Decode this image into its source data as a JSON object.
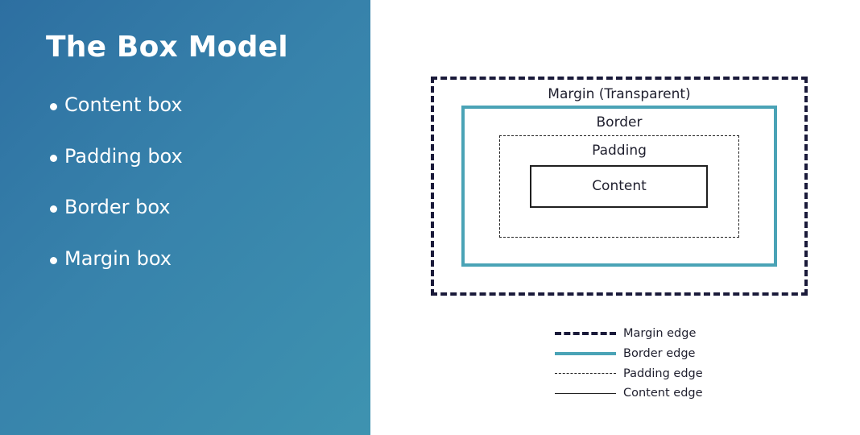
{
  "slide": {
    "title": "The Box Model",
    "bullets": [
      "Content box",
      "Padding box",
      "Border box",
      "Margin box"
    ]
  },
  "diagram": {
    "labels": {
      "margin": "Margin (Transparent)",
      "border": "Border",
      "padding": "Padding",
      "content": "Content"
    },
    "legend": [
      {
        "label": "Margin edge"
      },
      {
        "label": "Border edge"
      },
      {
        "label": "Padding edge"
      },
      {
        "label": "Content edge"
      }
    ]
  },
  "colors": {
    "panel_gradient_start": "#2d6fa1",
    "panel_gradient_end": "#3e93b0",
    "border_teal": "#4aa3b6",
    "margin_navy": "#1a1a3a",
    "text_dark": "#1f1f2e"
  }
}
